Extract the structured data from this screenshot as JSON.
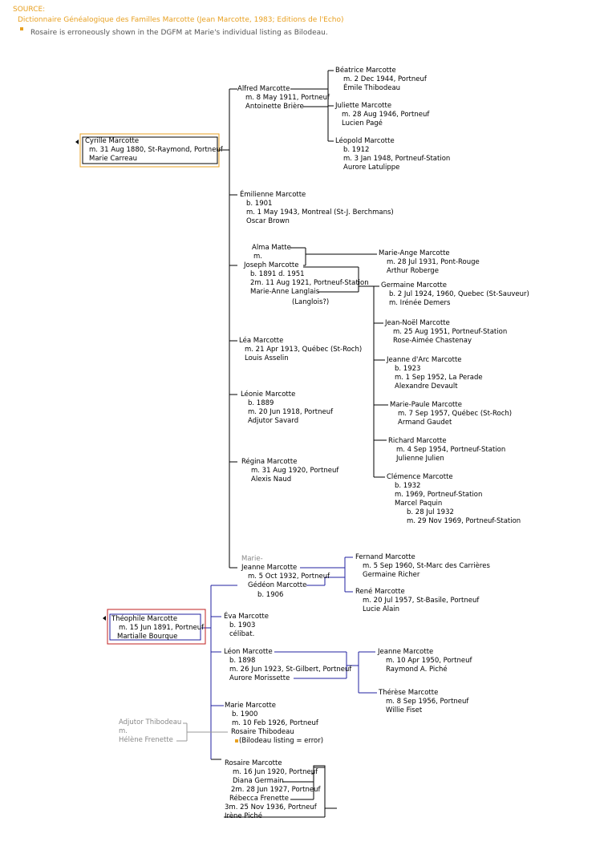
{
  "source": {
    "label": "SOURCE:",
    "reference": "Dictionnaire Généalogique des Familles Marcotte (Jean Marcotte, 1983; Editions de l'Echo)",
    "note": "Rosaire is erroneously shown in the DGFM at Marie's individual listing as Bilodeau."
  },
  "cyrille": {
    "name": "Cyrille Marcotte",
    "marriage": "m. 31 Aug 1880, St-Raymond, Portneuf",
    "spouse": "Marie Carreau"
  },
  "alfred": {
    "name": "Alfred Marcotte",
    "marriage": "m. 8 May 1911, Portneuf",
    "spouse": "Antoinette Brière"
  },
  "beatrice": {
    "name": "Béatrice Marcotte",
    "marriage": "m. 2 Dec 1944, Portneuf",
    "spouse": "Émile Thibodeau"
  },
  "juliette": {
    "name": "Juliette Marcotte",
    "marriage": "m. 28 Aug 1946, Portneuf",
    "spouse": "Lucien Pagé"
  },
  "leopold": {
    "name": "Léopold Marcotte",
    "birth": "b. 1912",
    "marriage": "m. 3 Jan 1948, Portneuf-Station",
    "spouse": "Aurore Latulippe"
  },
  "emilienne": {
    "name": "Émilienne Marcotte",
    "birth": "b. 1901",
    "marriage": "m. 1 May 1943, Montreal (St-J. Berchmans)",
    "spouse": "Oscar Brown"
  },
  "joseph": {
    "parent1": "Alma Matte",
    "m": "m.",
    "name": "Joseph Marcotte",
    "dates": "b. 1891   d. 1951",
    "marriage": "2m. 11 Aug 1921, Portneuf-Station",
    "spouse": "Marie-Anne Langlais",
    "spouse_alt": "(Langlois?)"
  },
  "marieange": {
    "name": "Marie-Ange Marcotte",
    "marriage": "m. 28 Jul 1931, Pont-Rouge",
    "spouse": "Arthur Roberge"
  },
  "germaine": {
    "name": "Germaine Marcotte",
    "marriage": "b. 2 Jul 1924, 1960, Quebec (St-Sauveur)",
    "spouse": "m. Irénée Demers"
  },
  "jeannoel": {
    "name": "Jean-Noël Marcotte",
    "marriage": "m. 25 Aug 1951, Portneuf-Station",
    "spouse": "Rose-Aimée Chastenay"
  },
  "jeannedarc": {
    "name": "Jeanne d'Arc Marcotte",
    "birth": "b. 1923",
    "marriage": "m. 1 Sep 1952, La Perade",
    "spouse": "Alexandre Devault"
  },
  "mariepaule": {
    "name": "Marie-Paule Marcotte",
    "marriage": "m. 7 Sep 1957, Québec (St-Roch)",
    "spouse": "Armand Gaudet"
  },
  "richard": {
    "name": "Richard Marcotte",
    "marriage": "m. 4 Sep 1954, Portneuf-Station",
    "spouse": "Julienne Julien"
  },
  "clemence": {
    "name": "Clémence Marcotte",
    "birth": "b. 1932",
    "marriage": "m. 1969, Portneuf-Station",
    "spouse": "Marcel Paquin",
    "spouse_birth": "b. 28 Jul 1932",
    "spouse_death": "m. 29 Nov 1969, Portneuf-Station"
  },
  "lea": {
    "name": "Léa Marcotte",
    "marriage": "m. 21 Apr 1913, Québec (St-Roch)",
    "spouse": "Louis Asselin"
  },
  "leonie": {
    "name": "Léonie Marcotte",
    "birth": "b. 1889",
    "marriage": "m. 20 Jun 1918, Portneuf",
    "spouse": "Adjutor Savard"
  },
  "regina": {
    "name": "Régina Marcotte",
    "marriage": "m. 31 Aug 1920, Portneuf",
    "spouse": "Alexis Naud"
  },
  "jeanne": {
    "prefix": "Marie-",
    "name": "Jeanne Marcotte",
    "marriage": "m. 5 Oct 1932, Portneuf",
    "spouse": "Gédéon Marcotte",
    "spouse_birth": "b. 1906"
  },
  "fernand": {
    "name": "Fernand Marcotte",
    "marriage": "m. 5 Sep 1960, St-Marc des Carrières",
    "spouse": "Germaine Richer"
  },
  "rene": {
    "name": "René Marcotte",
    "marriage": "m. 20 Jul 1957, St-Basile, Portneuf",
    "spouse": "Lucie Alain"
  },
  "theophile": {
    "name": "Théophile Marcotte",
    "marriage": "m. 15 Jun 1891, Portneuf",
    "spouse": "Martialle Bourque"
  },
  "eva": {
    "name": "Éva Marcotte",
    "birth": "b. 1903",
    "status": "célibat."
  },
  "leon": {
    "name": "Léon Marcotte",
    "birth": "b. 1898",
    "marriage": "m. 26 Jun 1923, St-Gilbert, Portneuf",
    "spouse": "Aurore Morissette"
  },
  "jeanne2": {
    "name": "Jeanne Marcotte",
    "marriage": "m. 10 Apr 1950, Portneuf",
    "spouse": "Raymond A. Piché"
  },
  "therese": {
    "name": "Thérèse Marcotte",
    "marriage": "m. 8 Sep 1956, Portneuf",
    "spouse": "Willie Fiset"
  },
  "marie": {
    "name": "Marie Marcotte",
    "birth": "b. 1900",
    "marriage": "m. 10 Feb 1926, Portneuf",
    "spouse": "Rosaire Thibodeau",
    "note": "(Bilodeau listing = error)"
  },
  "thibodeau_parents": {
    "father": "Adjutor Thibodeau",
    "m": "m.",
    "mother": "Hélène Frenette"
  },
  "rosaire": {
    "name": "Rosaire Marcotte",
    "m1": "m. 16 Jun 1920, Portneuf",
    "s1": "Diana Germain",
    "m2": "2m. 28 Jun 1927, Portneuf",
    "s2": "Rébecca Frenette",
    "m3": "3m. 25 Nov 1936, Portneuf",
    "s3": "Irène Piché"
  },
  "colors": {
    "source": "#e8a020",
    "blue_lines": "#2020a0",
    "cyrille_box": "#e8a020",
    "theophile_box": "#c02020",
    "gray_text": "#888888"
  }
}
